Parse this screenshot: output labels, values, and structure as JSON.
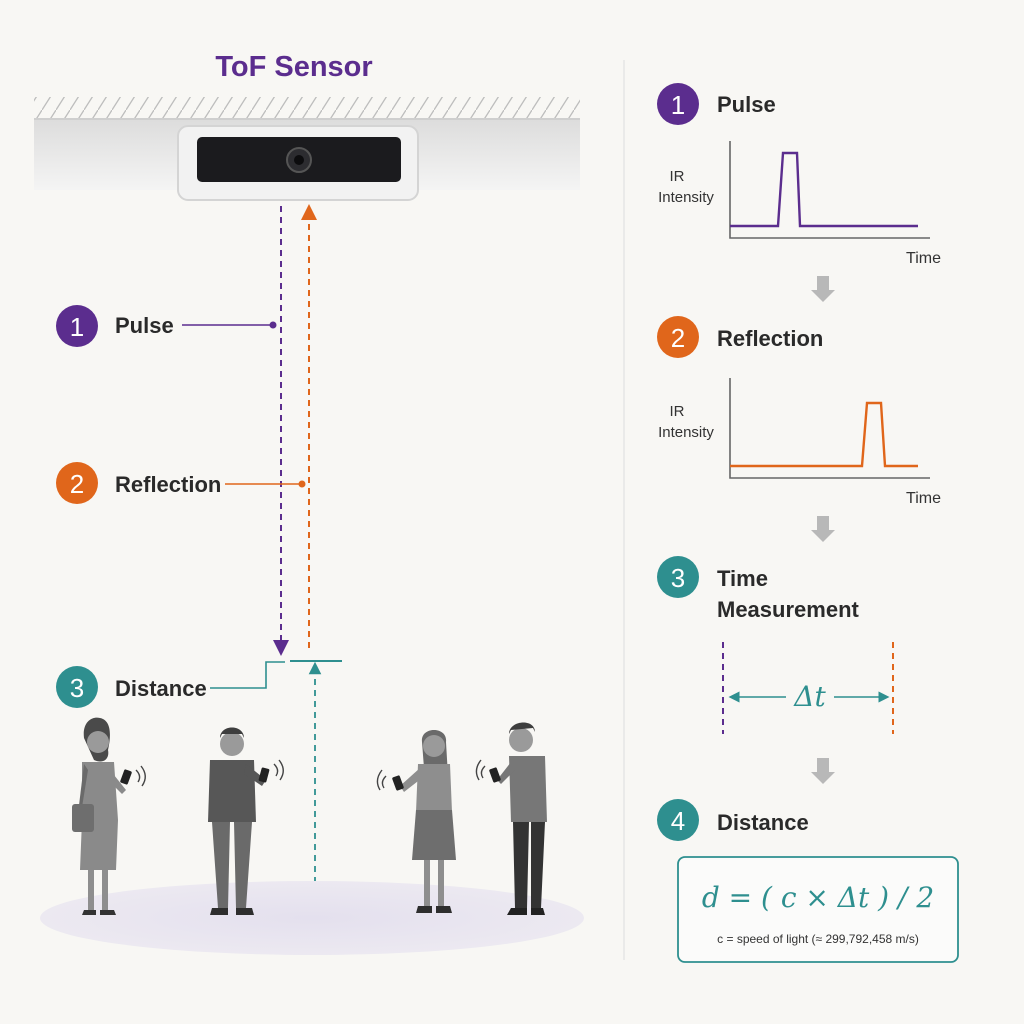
{
  "colors": {
    "purple": "#5b2d8e",
    "orange": "#e0661b",
    "teal": "#2e8f8f",
    "gray_dark": "#4a4a4a",
    "gray_mid": "#8a8a8a",
    "gray_light": "#c9c9c9",
    "background": "#f8f7f4",
    "floor": "#e6e3ee"
  },
  "sensor": {
    "title": "ToF Sensor"
  },
  "left_labels": {
    "pulse": {
      "number": "1",
      "label": "Pulse"
    },
    "reflection": {
      "number": "2",
      "label": "Reflection"
    },
    "distance": {
      "number": "3",
      "label": "Distance"
    }
  },
  "steps": {
    "pulse": {
      "number": "1",
      "title": "Pulse",
      "y_label_line1": "IR",
      "y_label_line2": "Intensity",
      "x_label": "Time"
    },
    "reflection": {
      "number": "2",
      "title": "Reflection",
      "y_label_line1": "IR",
      "y_label_line2": "Intensity",
      "x_label": "Time"
    },
    "time_measurement": {
      "number": "3",
      "title_line1": "Time",
      "title_line2": "Measurement",
      "delta_label": "Δt"
    },
    "distance": {
      "number": "4",
      "title": "Distance",
      "formula": "d = ( c × Δt ) / 2",
      "note": "c = speed of light (≈ 299,792,458 m/s)"
    }
  },
  "icons": {
    "sensor": "tof-sensor-device-icon",
    "arrow": "arrow-down-icon",
    "people": "person-with-phone-icon"
  }
}
